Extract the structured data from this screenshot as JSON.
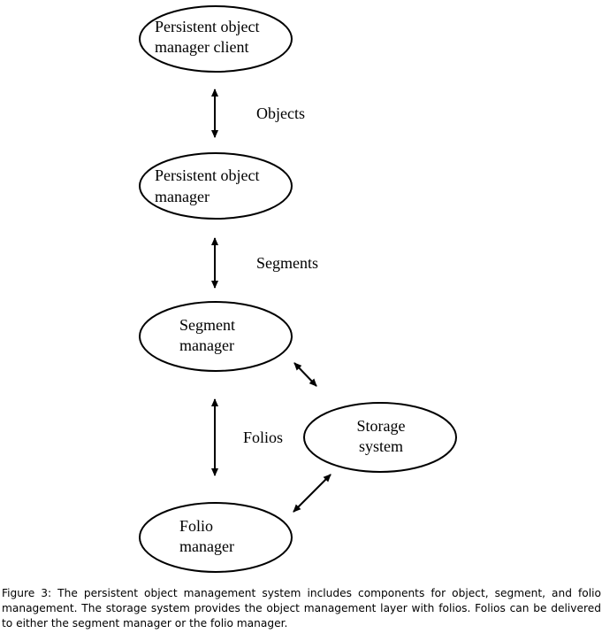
{
  "nodes": {
    "client": {
      "line1": "Persistent object",
      "line2": "manager client"
    },
    "manager": {
      "line1": "Persistent object",
      "line2": "manager"
    },
    "segment": {
      "line1": "Segment",
      "line2": "manager"
    },
    "storage": {
      "line1": "Storage",
      "line2": "system"
    },
    "folio": {
      "line1": "Folio",
      "line2": "manager"
    }
  },
  "edges": {
    "objects": "Objects",
    "segments": "Segments",
    "folios": "Folios"
  },
  "caption": "Figure 3: The persistent object management system includes components for object, segment, and folio management. The storage system provides the object management layer with folios. Folios can be delivered to either the segment manager or the folio manager."
}
